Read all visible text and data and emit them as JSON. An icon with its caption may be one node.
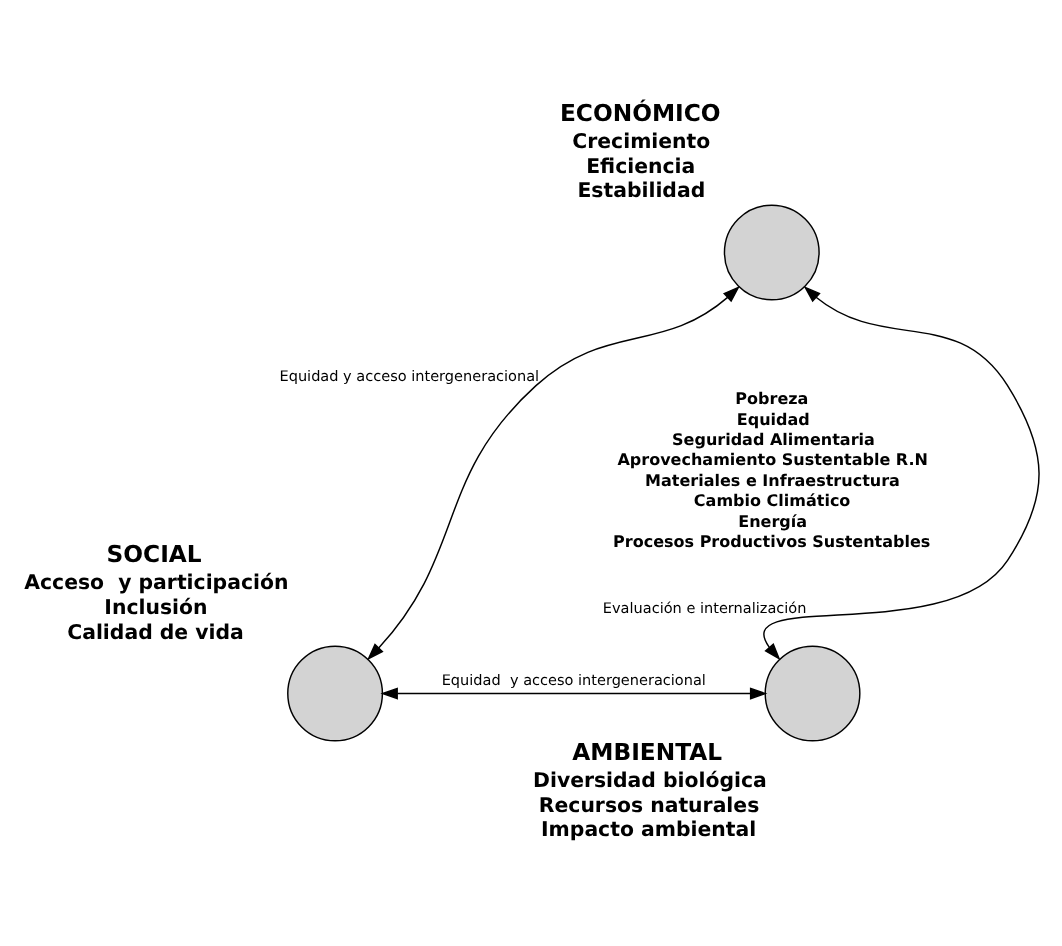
{
  "diagram": {
    "nodes": [
      {
        "text": [
          "ECONÓMICO",
          "Crecimiento",
          "Eficiencia",
          "Estabilidad"
        ]
      },
      {
        "text": [
          "SOCIAL",
          "Acceso  y participación",
          "Inclusión",
          "Calidad de vida"
        ]
      },
      {
        "text": [
          "AMBIENTAL",
          "Diversidad biológica",
          "Recursos naturales",
          "Impacto ambiental"
        ]
      }
    ],
    "edges": [
      {
        "from": 1,
        "to": 0,
        "arrow": "both",
        "label": "Equidad y acceso intergeneracional"
      },
      {
        "from": 0,
        "to": 2,
        "arrow": "both",
        "label": "Evaluación e internalización"
      },
      {
        "from": 1,
        "to": 2,
        "arrow": "both",
        "label": "Equidad  y acceso intergeneracional"
      }
    ],
    "labels": [
      "Pobreza",
      "Equidad",
      "Seguridad Alimentaria",
      "Aprovechamiento Sustentable R.N",
      "Materiales e Infraestructura",
      "Cambio Climático",
      "Energía",
      "Procesos Productivos Sustentables"
    ]
  }
}
